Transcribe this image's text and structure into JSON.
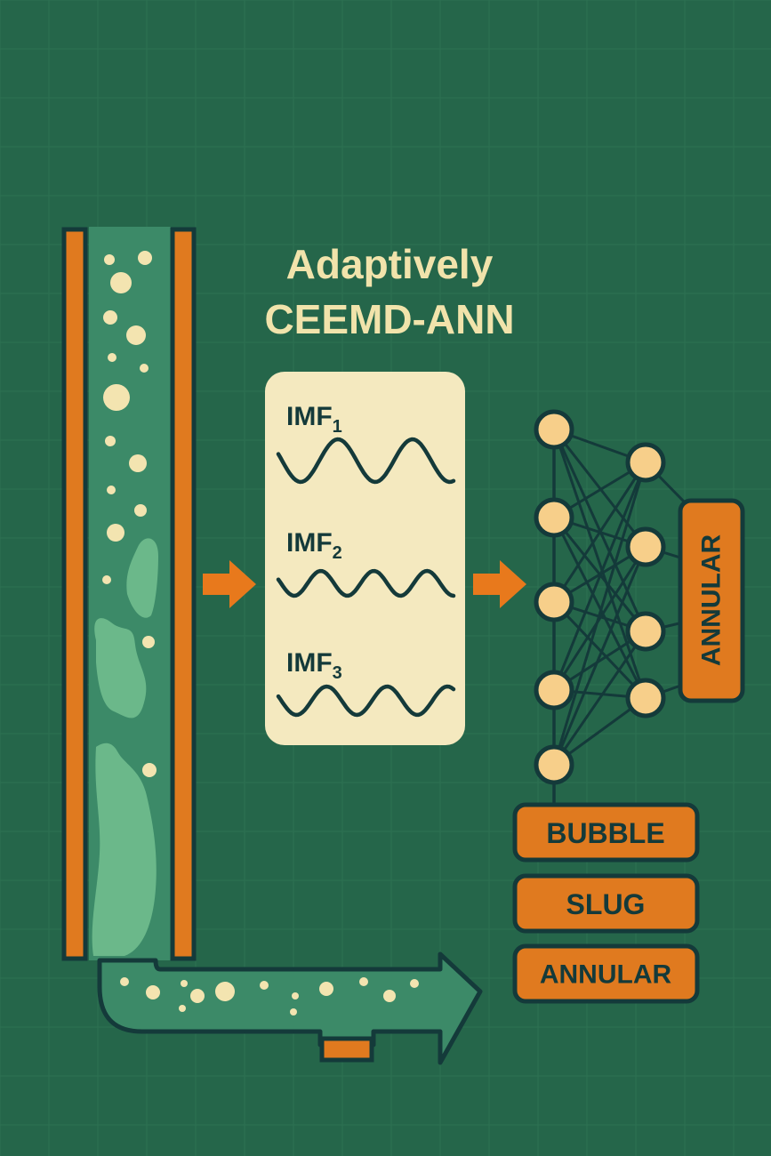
{
  "title": {
    "line1": "Adaptively",
    "line2": "CEEMD-ANN"
  },
  "imfs": [
    {
      "name": "IMF",
      "sub": "1"
    },
    {
      "name": "IMF",
      "sub": "2"
    },
    {
      "name": "IMF",
      "sub": "3"
    }
  ],
  "outputs": {
    "side_label": "ANNULAR",
    "class_labels": [
      "BUBBLE",
      "SLUG",
      "ANNULAR"
    ]
  },
  "colors": {
    "background": "#25664a",
    "grid": "#2d7152",
    "pipe_wall": "#e07a1f",
    "pipe_fluid": "#3c8a68",
    "slug": "#6bb88a",
    "bubble": "#f3e4b0",
    "panel": "#f4e9bf",
    "node": "#f7cf8a",
    "outline": "#143a3a",
    "arrow": "#e8791c",
    "title": "#f1e3ab"
  },
  "icons": [
    "right-arrow-icon",
    "wave-icon",
    "neural-network-icon",
    "outlet-pipe-icon"
  ]
}
